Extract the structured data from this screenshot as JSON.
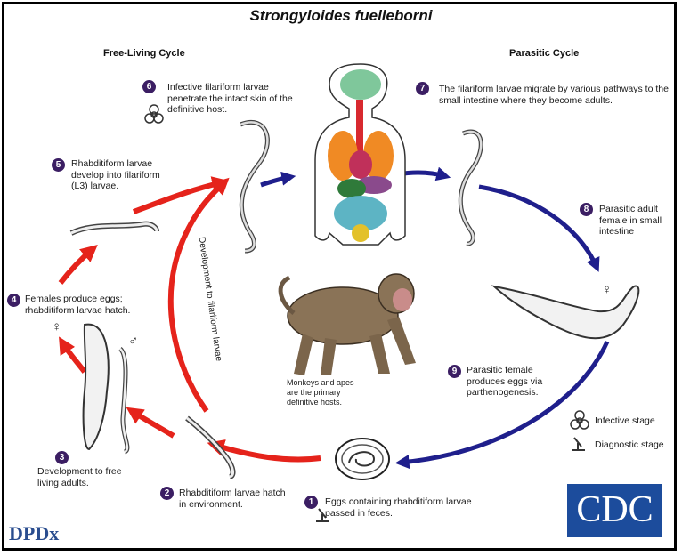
{
  "title": "Strongyloides fuelleborni",
  "headers": {
    "free_living": "Free-Living Cycle",
    "parasitic": "Parasitic Cycle"
  },
  "steps": [
    {
      "num": "1",
      "text": "Eggs containing rhabditiform larvae passed in feces."
    },
    {
      "num": "2",
      "text": "Rhabditiform larvae hatch in environment."
    },
    {
      "num": "3",
      "text": "Development to free living adults."
    },
    {
      "num": "4",
      "text": "Females produce eggs; rhabditiform larvae hatch."
    },
    {
      "num": "5",
      "text": "Rhabditiform larvae develop into filariform (L3) larvae."
    },
    {
      "num": "6",
      "text": "Infective filariform larvae penetrate the intact skin of the definitive host."
    },
    {
      "num": "7",
      "text": "The filariform larvae migrate by various pathways to the small intestine where they become adults."
    },
    {
      "num": "8",
      "text": "Parasitic adult female in small intestine"
    },
    {
      "num": "9",
      "text": "Parasitic female produces eggs via parthenogenesis."
    }
  ],
  "development_label": "Development to filariform larvae",
  "host_note": "Monkeys and apes are the primary definitive hosts.",
  "legend": {
    "infective": "Infective stage",
    "diagnostic": "Diagnostic stage"
  },
  "sex_symbols": {
    "female": "♀",
    "male": "♂"
  },
  "logos": {
    "dpdx": "DPDx",
    "cdc": "CDC"
  },
  "colors": {
    "free_living_arrows": "#e5231b",
    "parasitic_arrows": "#1f1f8c",
    "step_badge": "#3b1e63"
  }
}
